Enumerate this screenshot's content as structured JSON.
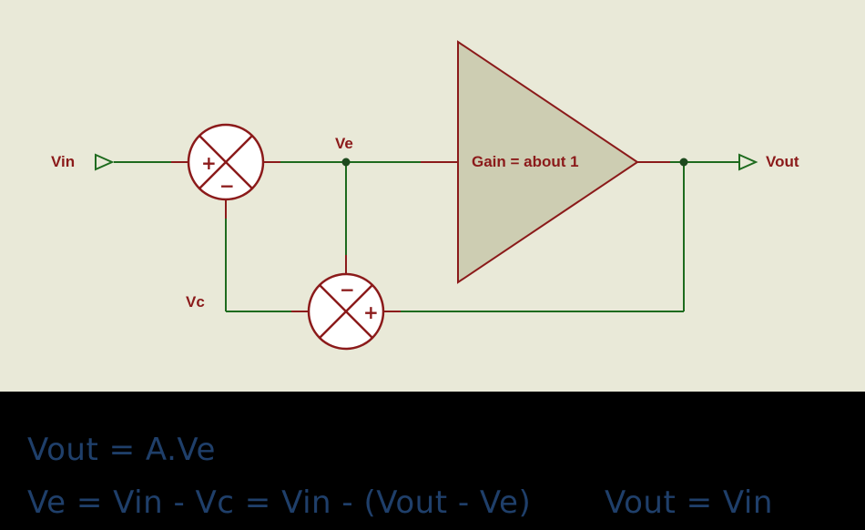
{
  "diagram": {
    "labels": {
      "vin": "Vin",
      "vout": "Vout",
      "ve": "Ve",
      "vc": "Vc",
      "gain": "Gain = about 1"
    },
    "summer_signs": {
      "summer1_plus": "+",
      "summer1_minus": "−",
      "summer2_minus": "−",
      "summer2_plus": "+"
    },
    "colors": {
      "background": "#e9e9d8",
      "wire": "#1e6b1e",
      "component": "#8b1a1a",
      "amplifier_fill": "#cdcdb2",
      "equation_text": "#1f3f6a",
      "equation_background": "#000000"
    }
  },
  "equations": {
    "line1": "Vout = A.Ve",
    "line2": "Ve = Vin - Vc = Vin - (Vout - Ve)",
    "result": "Vout = Vin"
  }
}
